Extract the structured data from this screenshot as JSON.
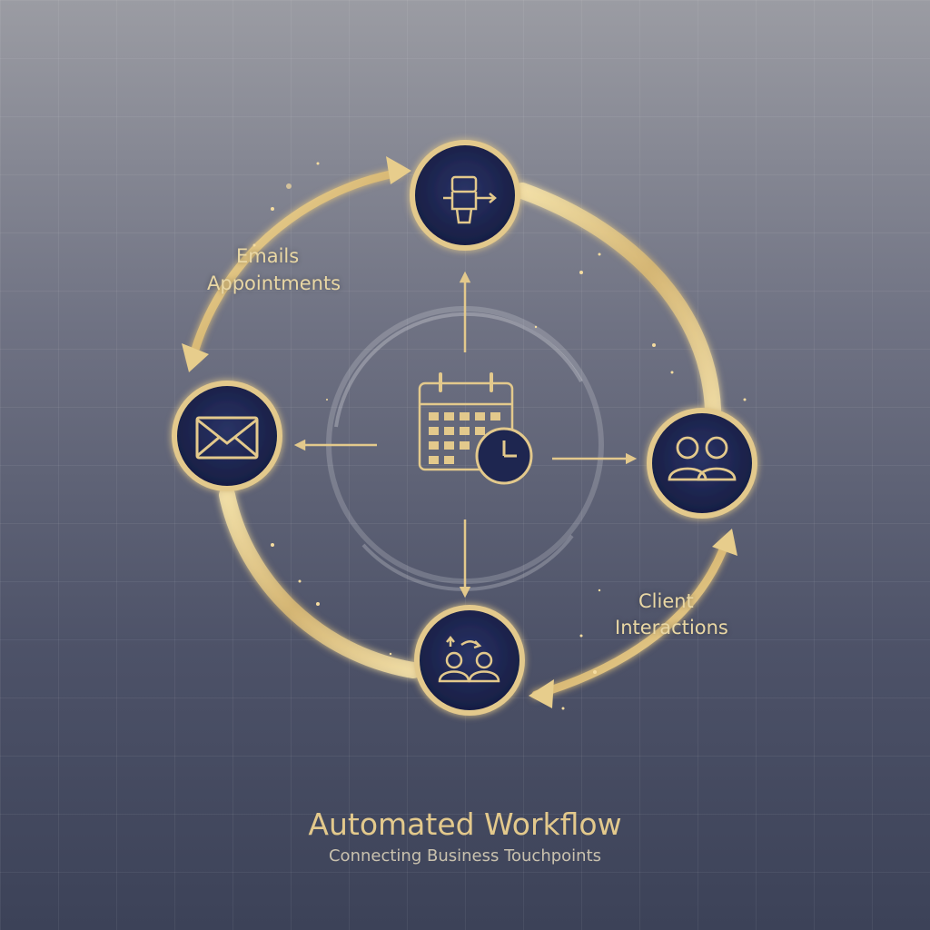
{
  "labels": {
    "emails": "Emails",
    "appointments": "Appointments",
    "client": "Client",
    "interactions": "Interactions"
  },
  "footer": {
    "title": "Automated Workflow",
    "subtitle": "Connecting Business Touchpoints"
  },
  "nodes": {
    "top": "robot-automation-icon",
    "left": "envelope-icon",
    "right": "people-icon",
    "bottom": "people-exchange-icon",
    "center": "calendar-clock-icon"
  },
  "colors": {
    "gold": "#e3c98c",
    "navy": "#1e2650",
    "text": "#e9d7a4"
  }
}
